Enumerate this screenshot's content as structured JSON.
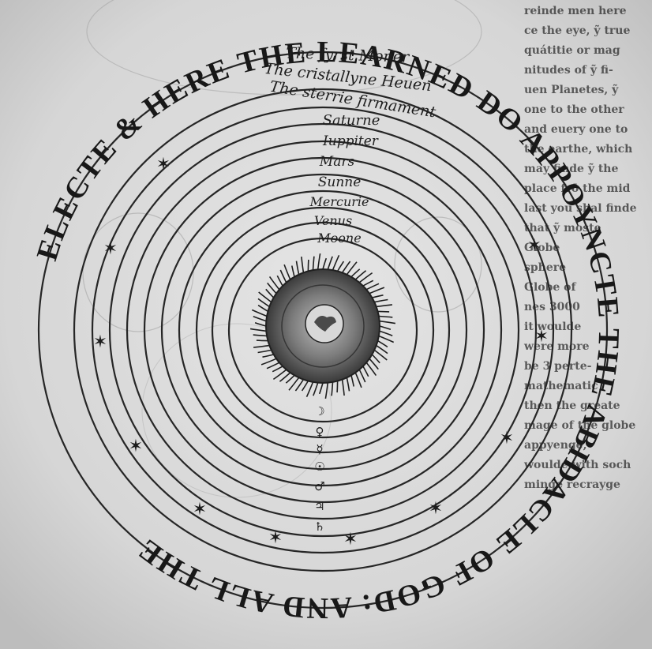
{
  "perimeter_text": "ELECTE & HERE THE LEARNED DO APPOYNCTE THE ABIDACLE OF GOD: AND ALL THE",
  "spheres": [
    "The fyrst Moner",
    "The cristallyne Heuen",
    "The sterrie firmament",
    "Saturne",
    "Iuppiter",
    "Mars",
    "Sunne",
    "Mercurie",
    "Venus",
    "Moone"
  ],
  "planet_symbols": [
    "☽",
    "♀",
    "☿",
    "☉",
    "♂",
    "♃",
    "♄"
  ],
  "star_glyph": "✶",
  "facing_page_text": [
    "reinde men here",
    "ce the eye, ỹ true",
    "quátitie or mag",
    "nitudes of ỹ fi-",
    "uen Planetes, ỹ",
    "one to the other",
    "and euery one to",
    "the earthe, which",
    "may finde ỹ the",
    "place frō the mid",
    "last you shal finde",
    "that ỹ moste",
    "Globe",
    "sphere",
    "Globe of",
    "nes 3000",
    "it woulde",
    "were more",
    "be 3 perte-",
    "mathematic",
    "then the greate",
    "mage of the globe",
    "appyenge,",
    "woulde with soch",
    "minge recrayge"
  ],
  "colors": {
    "paper": "#d9d9d9",
    "ink": "#1e1e1e"
  }
}
